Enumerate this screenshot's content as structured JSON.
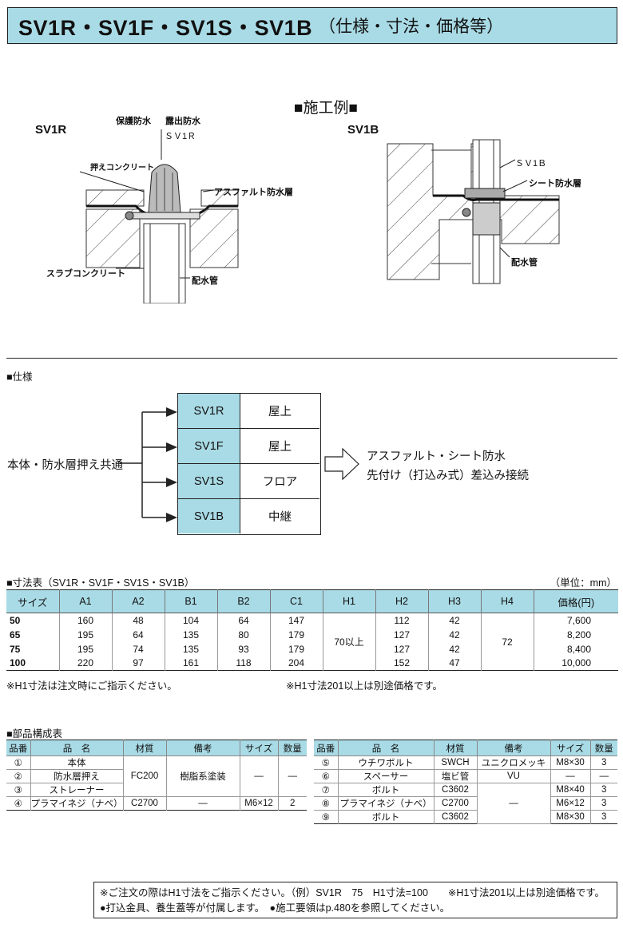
{
  "title": {
    "main": "SV1R・SV1F・SV1S・SV1B",
    "sub": "（仕様・寸法・価格等）"
  },
  "example": {
    "heading": "■施工例■",
    "left_model": "SV1R",
    "right_model": "SV1B",
    "left_labels": {
      "hogo": "保護防水",
      "roshutsu": "露出防水",
      "model": "ＳＶ1Ｒ",
      "osae": "押えコンクリート",
      "asphalt": "アスファルト防水層",
      "slab": "スラブコンクリート",
      "pipe": "配水管"
    },
    "right_labels": {
      "model": "ＳＶ1Ｂ",
      "sheet": "シート防水層",
      "pipe": "配水管"
    }
  },
  "spec": {
    "heading": "■仕様",
    "common_label": "本体・防水層押え共通",
    "rows": [
      {
        "model": "SV1R",
        "use": "屋上"
      },
      {
        "model": "SV1F",
        "use": "屋上"
      },
      {
        "model": "SV1S",
        "use": "フロア"
      },
      {
        "model": "SV1B",
        "use": "中継"
      }
    ],
    "result_line1": "アスファルト・シート防水",
    "result_line2": "先付け（打込み式）差込み接続",
    "colors": {
      "accent": "#a9dbe6"
    }
  },
  "dimensions": {
    "heading": "■寸法表（SV1R・SV1F・SV1S・SV1B）",
    "unit": "（単位：mm）",
    "headers": [
      "サイズ",
      "A1",
      "A2",
      "B1",
      "B2",
      "C1",
      "H1",
      "H2",
      "H3",
      "H4",
      "価格(円)"
    ],
    "rows": [
      {
        "size": "50",
        "A1": "160",
        "A2": "48",
        "B1": "104",
        "B2": "64",
        "C1": "147",
        "H2": "112",
        "H3": "42",
        "price": "7,600"
      },
      {
        "size": "65",
        "A1": "195",
        "A2": "64",
        "B1": "135",
        "B2": "80",
        "C1": "179",
        "H2": "127",
        "H3": "42",
        "price": "8,200"
      },
      {
        "size": "75",
        "A1": "195",
        "A2": "74",
        "B1": "135",
        "B2": "93",
        "C1": "179",
        "H2": "127",
        "H3": "42",
        "price": "8,400"
      },
      {
        "size": "100",
        "A1": "220",
        "A2": "97",
        "B1": "161",
        "B2": "118",
        "C1": "204",
        "H2": "152",
        "H3": "47",
        "price": "10,000"
      }
    ],
    "h1_merged": "70以上",
    "h4_merged": "72",
    "note_left": "※H1寸法は注文時にご指示ください。",
    "note_right": "※H1寸法201以上は別途価格です。"
  },
  "parts": {
    "heading": "■部品構成表",
    "headers": [
      "品番",
      "品　名",
      "材質",
      "備考",
      "サイズ",
      "数量"
    ],
    "left": [
      {
        "no": "①",
        "name": "本体"
      },
      {
        "no": "②",
        "name": "防水層押え"
      },
      {
        "no": "③",
        "name": "ストレーナー"
      },
      {
        "no": "④",
        "name": "プラマイネジ（ナベ）",
        "material": "C2700",
        "remark": "—",
        "size": "M6×12",
        "qty": "2"
      }
    ],
    "left_merged": {
      "material": "FC200",
      "remark": "樹脂系塗装",
      "size": "—",
      "qty": "—"
    },
    "right": [
      {
        "no": "⑤",
        "name": "ウチワボルト",
        "material": "SWCH",
        "remark": "ユニクロメッキ",
        "size": "M8×30",
        "qty": "3"
      },
      {
        "no": "⑥",
        "name": "スペーサー",
        "material": "塩ビ管",
        "remark": "VU",
        "size": "—",
        "qty": "—"
      },
      {
        "no": "⑦",
        "name": "ボルト",
        "material": "C3602",
        "size": "M8×40",
        "qty": "3"
      },
      {
        "no": "⑧",
        "name": "プラマイネジ（ナベ）",
        "material": "C2700",
        "size": "M6×12",
        "qty": "3"
      },
      {
        "no": "⑨",
        "name": "ボルト",
        "material": "C3602",
        "size": "M8×30",
        "qty": "3"
      }
    ],
    "right_merged_remark": "—"
  },
  "notes": {
    "line1": "※ご注文の際はH1寸法をご指示ください。（例）SV1R　75　H1寸法=100　　※H1寸法201以上は別途価格です。",
    "line2": "●打込金具、養生蓋等が付属します。　●施工要領はp.480を参照してください。"
  }
}
